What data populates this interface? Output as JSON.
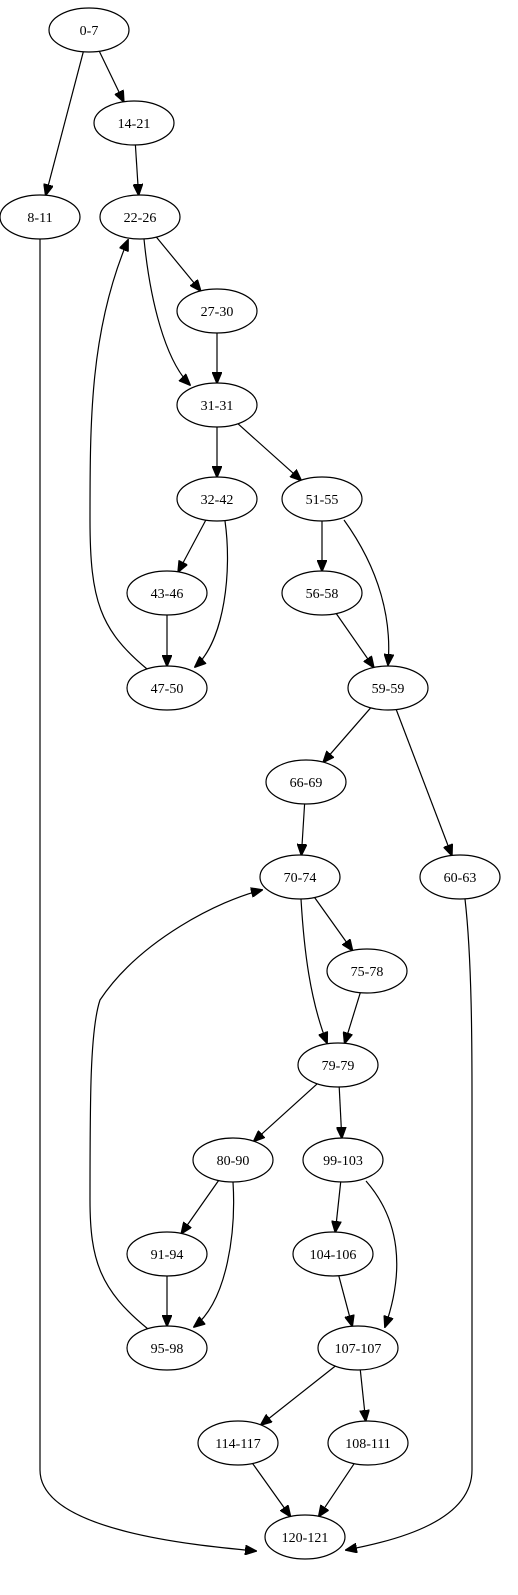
{
  "diagram": {
    "type": "directed-graph",
    "nodes": [
      {
        "id": "0-7",
        "label": "0-7"
      },
      {
        "id": "8-11",
        "label": "8-11"
      },
      {
        "id": "14-21",
        "label": "14-21"
      },
      {
        "id": "22-26",
        "label": "22-26"
      },
      {
        "id": "27-30",
        "label": "27-30"
      },
      {
        "id": "31-31",
        "label": "31-31"
      },
      {
        "id": "32-42",
        "label": "32-42"
      },
      {
        "id": "51-55",
        "label": "51-55"
      },
      {
        "id": "43-46",
        "label": "43-46"
      },
      {
        "id": "56-58",
        "label": "56-58"
      },
      {
        "id": "47-50",
        "label": "47-50"
      },
      {
        "id": "59-59",
        "label": "59-59"
      },
      {
        "id": "66-69",
        "label": "66-69"
      },
      {
        "id": "70-74",
        "label": "70-74"
      },
      {
        "id": "60-63",
        "label": "60-63"
      },
      {
        "id": "75-78",
        "label": "75-78"
      },
      {
        "id": "79-79",
        "label": "79-79"
      },
      {
        "id": "80-90",
        "label": "80-90"
      },
      {
        "id": "99-103",
        "label": "99-103"
      },
      {
        "id": "91-94",
        "label": "91-94"
      },
      {
        "id": "104-106",
        "label": "104-106"
      },
      {
        "id": "95-98",
        "label": "95-98"
      },
      {
        "id": "107-107",
        "label": "107-107"
      },
      {
        "id": "114-117",
        "label": "114-117"
      },
      {
        "id": "108-111",
        "label": "108-111"
      },
      {
        "id": "120-121",
        "label": "120-121"
      }
    ],
    "edges": [
      {
        "from": "0-7",
        "to": "14-21"
      },
      {
        "from": "0-7",
        "to": "8-11"
      },
      {
        "from": "14-21",
        "to": "22-26"
      },
      {
        "from": "8-11",
        "to": "120-121"
      },
      {
        "from": "22-26",
        "to": "27-30"
      },
      {
        "from": "22-26",
        "to": "31-31"
      },
      {
        "from": "27-30",
        "to": "31-31"
      },
      {
        "from": "31-31",
        "to": "32-42"
      },
      {
        "from": "31-31",
        "to": "51-55"
      },
      {
        "from": "32-42",
        "to": "43-46"
      },
      {
        "from": "32-42",
        "to": "47-50"
      },
      {
        "from": "43-46",
        "to": "47-50"
      },
      {
        "from": "47-50",
        "to": "22-26"
      },
      {
        "from": "51-55",
        "to": "56-58"
      },
      {
        "from": "51-55",
        "to": "59-59"
      },
      {
        "from": "56-58",
        "to": "59-59"
      },
      {
        "from": "59-59",
        "to": "66-69"
      },
      {
        "from": "59-59",
        "to": "60-63"
      },
      {
        "from": "66-69",
        "to": "70-74"
      },
      {
        "from": "60-63",
        "to": "120-121"
      },
      {
        "from": "70-74",
        "to": "75-78"
      },
      {
        "from": "70-74",
        "to": "79-79"
      },
      {
        "from": "75-78",
        "to": "79-79"
      },
      {
        "from": "79-79",
        "to": "80-90"
      },
      {
        "from": "79-79",
        "to": "99-103"
      },
      {
        "from": "80-90",
        "to": "91-94"
      },
      {
        "from": "80-90",
        "to": "95-98"
      },
      {
        "from": "91-94",
        "to": "95-98"
      },
      {
        "from": "95-98",
        "to": "70-74"
      },
      {
        "from": "99-103",
        "to": "104-106"
      },
      {
        "from": "99-103",
        "to": "107-107"
      },
      {
        "from": "104-106",
        "to": "107-107"
      },
      {
        "from": "107-107",
        "to": "114-117"
      },
      {
        "from": "107-107",
        "to": "108-111"
      },
      {
        "from": "114-117",
        "to": "120-121"
      },
      {
        "from": "108-111",
        "to": "120-121"
      }
    ]
  }
}
